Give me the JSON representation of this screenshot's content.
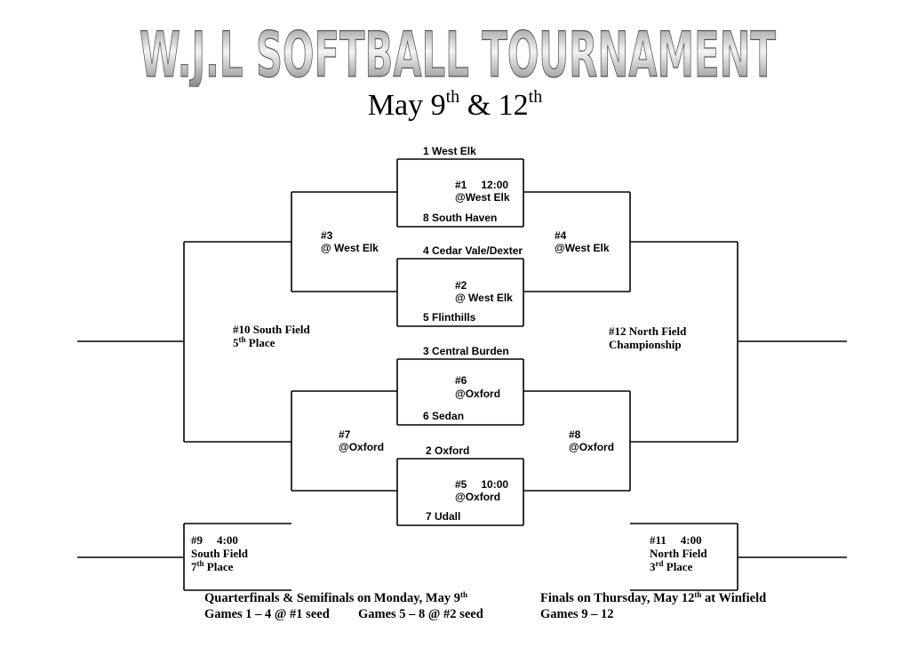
{
  "title": "W.J.L SOFTBALL TOURNAMENT",
  "subtitle": {
    "prefix": "May 9",
    "sup1": "th",
    "middle": " & 12",
    "sup2": "th"
  },
  "seeds": {
    "s1": "1   West Elk",
    "s8": "8   South Haven",
    "s4": "4   Cedar Vale/Dexter",
    "s5": "5   Flinthills",
    "s3": "3   Central Burden",
    "s6": "6   Sedan",
    "s2": "2   Oxford",
    "s7": "7   Udall"
  },
  "games": {
    "g1": {
      "num": "#1",
      "time": "12:00",
      "site": "@West Elk"
    },
    "g2": {
      "num": "#2",
      "site": "@ West Elk"
    },
    "g6": {
      "num": "#6",
      "site": "@Oxford"
    },
    "g5": {
      "num": "#5",
      "time": "10:00",
      "site": "@Oxford"
    },
    "g3": {
      "num": "#3",
      "site": "@ West Elk"
    },
    "g4": {
      "num": "#4",
      "site": "@West Elk"
    },
    "g7": {
      "num": "#7",
      "site": "@Oxford"
    },
    "g8": {
      "num": "#8",
      "site": "@Oxford"
    },
    "g10": {
      "line1": "#10 South Field",
      "place_num": "5",
      "place_sup": "th",
      "place_rest": " Place"
    },
    "g12": {
      "line1": "#12 North Field",
      "line2": "Championship"
    },
    "g9": {
      "num": "#9",
      "time": "4:00",
      "line2": "South Field",
      "place_num": "7",
      "place_sup": "th",
      "place_rest": " Place"
    },
    "g11": {
      "num": "#11",
      "time": "4:00",
      "line2": "North Field",
      "place_num": "3",
      "place_sup": "rd",
      "place_rest": " Place"
    }
  },
  "footer": {
    "left_line1_prefix": "Quarterfinals & Semifinals on Monday, May 9",
    "left_line1_sup": "th",
    "left_line2_a": "Games 1 – 4 @ #1 seed",
    "left_line2_b": "Games 5 – 8 @ #2 seed",
    "right_line1_prefix": "Finals on Thursday, May 12",
    "right_line1_sup": "th",
    "right_line1_suffix": " at Winfield",
    "right_line2": "Games 9 – 12"
  }
}
